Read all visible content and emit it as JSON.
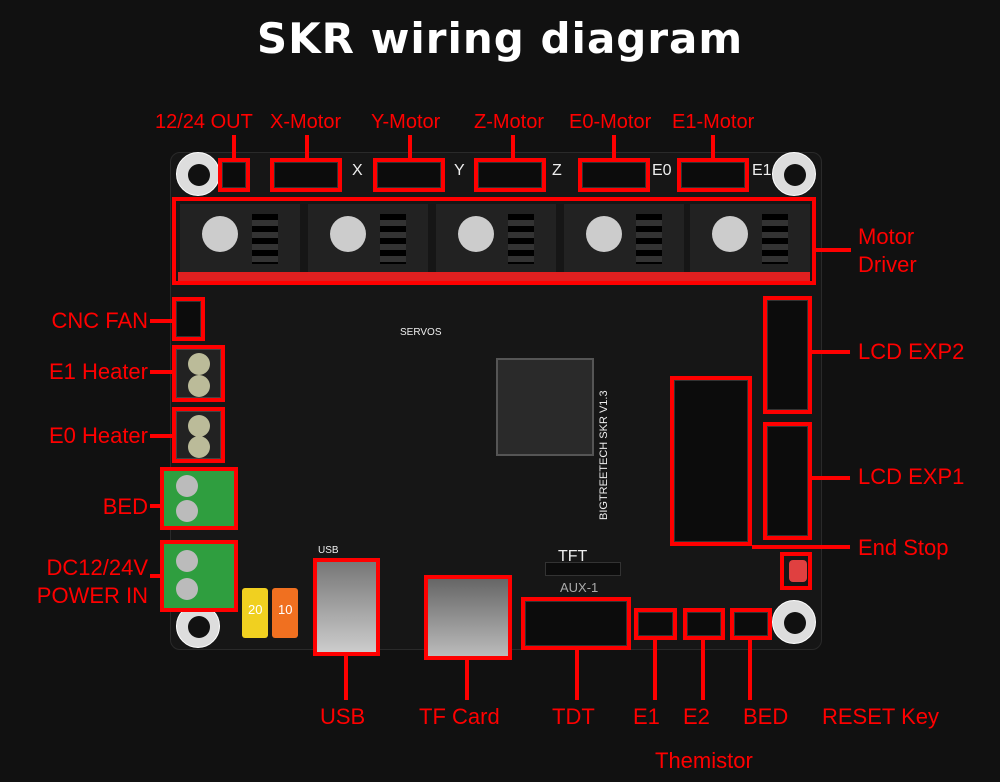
{
  "title": "SKR wiring diagram",
  "accent_color": "#ff0000",
  "top_labels": [
    "12/24 OUT",
    "X-Motor",
    "Y-Motor",
    "Z-Motor",
    "E0-Motor",
    "E1-Motor"
  ],
  "axis_silk": [
    "X",
    "Y",
    "Z",
    "E0",
    "E1"
  ],
  "right_labels": {
    "motor_driver_1": "Motor",
    "motor_driver_2": "Driver",
    "lcd_exp2": "LCD EXP2",
    "lcd_exp1": "LCD EXP1",
    "end_stop": "End Stop"
  },
  "left_labels": {
    "cnc_fan": "CNC FAN",
    "e1_heater": "E1 Heater",
    "e0_heater": "E0 Heater",
    "bed": "BED",
    "power_1": "DC12/24V",
    "power_2": "POWER IN"
  },
  "bottom_labels": {
    "usb": "USB",
    "tf_card": "TF Card",
    "tdt": "TDT",
    "e1": "E1",
    "e2": "E2",
    "bed": "BED",
    "reset": "RESET Key",
    "thermistor": "Themistor"
  },
  "board_silk": {
    "brand": "BIGTREETECH SKR V1.3",
    "tft": "TFT",
    "aux": "AUX-1",
    "usb": "USB",
    "servos": "SERVOS",
    "fuse1": "20",
    "fuse2": "10"
  }
}
